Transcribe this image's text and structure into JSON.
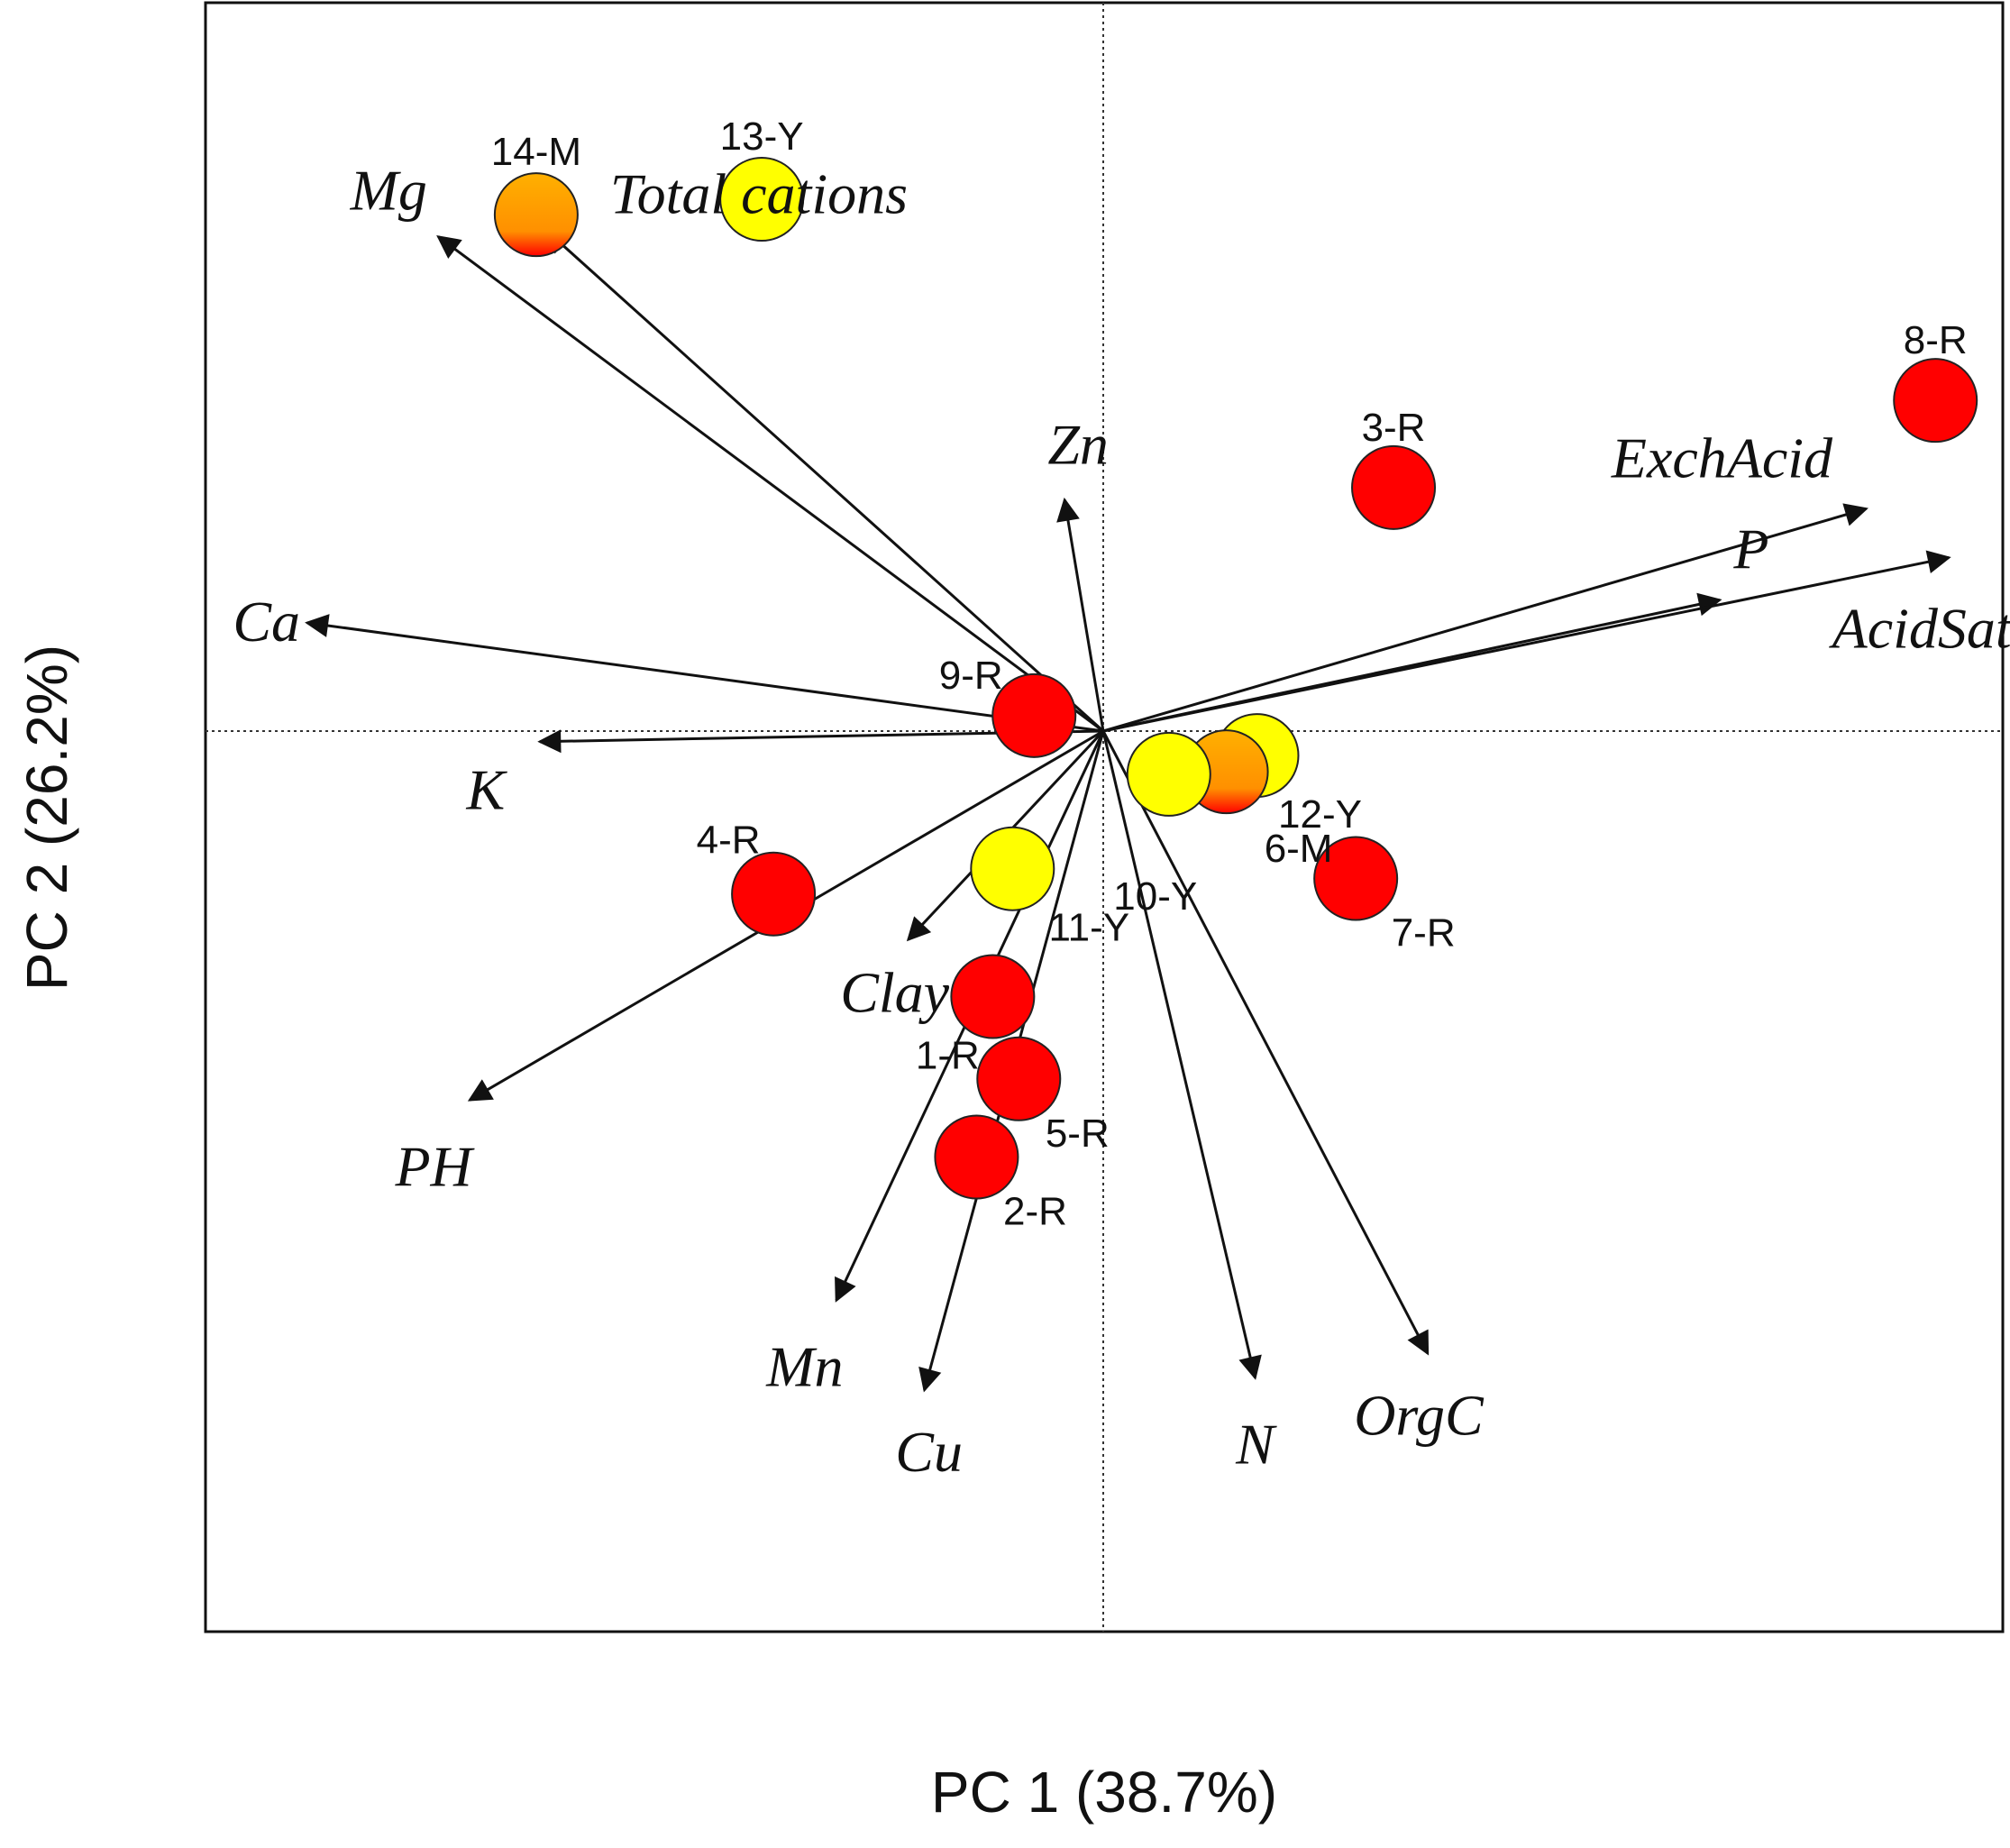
{
  "chart_data": {
    "type": "scatter",
    "subtype": "pca-biplot",
    "xlabel": "PC 1 (38.7%)",
    "ylabel": "PC 2 (26.2%)",
    "xlim": [
      -1.0,
      1.0
    ],
    "ylim": [
      -1.0,
      1.0
    ],
    "grid": false,
    "zero_lines": true,
    "colors": {
      "R": "#ff0000",
      "Y": "#ffff00",
      "M_top": "#ffb000",
      "M_bottom": "#ff0000",
      "arrow": "#111111"
    },
    "loadings": [
      {
        "name": "Mg",
        "x": -0.74,
        "y": 0.607
      },
      {
        "name": "Total cations",
        "x": -0.619,
        "y": 0.614
      },
      {
        "name": "Zn",
        "x": -0.043,
        "y": 0.284
      },
      {
        "name": "Ca",
        "x": -0.886,
        "y": 0.133
      },
      {
        "name": "K",
        "x": -0.627,
        "y": -0.013
      },
      {
        "name": "PH",
        "x": -0.705,
        "y": -0.453
      },
      {
        "name": "Clay",
        "x": -0.217,
        "y": -0.256
      },
      {
        "name": "Mn",
        "x": -0.297,
        "y": -0.699
      },
      {
        "name": "Cu",
        "x": -0.199,
        "y": -0.809
      },
      {
        "name": "N",
        "x": 0.169,
        "y": -0.794
      },
      {
        "name": "OrgC",
        "x": 0.361,
        "y": -0.764
      },
      {
        "name": "ExchAcid",
        "x": 0.849,
        "y": 0.273
      },
      {
        "name": "P",
        "x": 0.686,
        "y": 0.161
      },
      {
        "name": "AcidSat",
        "x": 0.941,
        "y": 0.213
      }
    ],
    "samples": [
      {
        "label": "14-M",
        "group": "M",
        "x": -0.631,
        "y": 0.634
      },
      {
        "label": "13-Y",
        "group": "Y",
        "x": -0.38,
        "y": 0.653
      },
      {
        "label": "8-R",
        "group": "R",
        "x": 0.926,
        "y": 0.406
      },
      {
        "label": "3-R",
        "group": "R",
        "x": 0.323,
        "y": 0.299
      },
      {
        "label": "9-R",
        "group": "R",
        "x": -0.077,
        "y": 0.019
      },
      {
        "label": "12-Y",
        "group": "Y",
        "x": 0.171,
        "y": -0.03
      },
      {
        "label": "6-M",
        "group": "M",
        "x": 0.137,
        "y": -0.05
      },
      {
        "label": "10-Y",
        "group": "Y",
        "x": 0.073,
        "y": -0.053
      },
      {
        "label": "7-R",
        "group": "R",
        "x": 0.281,
        "y": -0.181
      },
      {
        "label": "4-R",
        "group": "R",
        "x": -0.367,
        "y": -0.2
      },
      {
        "label": "11-Y",
        "group": "Y",
        "x": -0.101,
        "y": -0.169
      },
      {
        "label": "1-R",
        "group": "R",
        "x": -0.123,
        "y": -0.326
      },
      {
        "label": "5-R",
        "group": "R",
        "x": -0.094,
        "y": -0.427
      },
      {
        "label": "2-R",
        "group": "R",
        "x": -0.141,
        "y": -0.523
      }
    ]
  }
}
